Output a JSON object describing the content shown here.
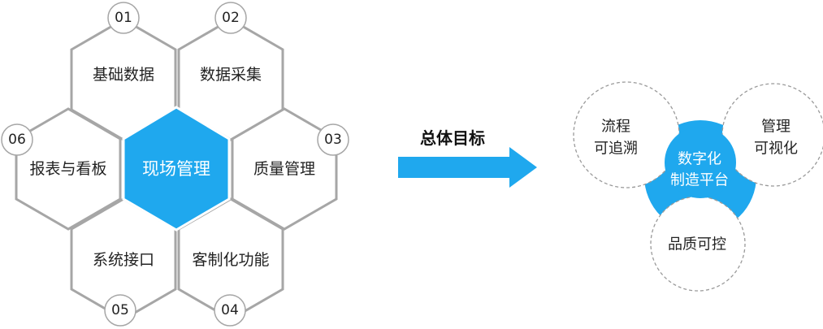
{
  "hexagons": {
    "center": {
      "label": "现场管理"
    },
    "h01": {
      "number": "01",
      "label": "基础数据"
    },
    "h02": {
      "number": "02",
      "label": "数据采集"
    },
    "h03": {
      "number": "03",
      "label": "质量管理"
    },
    "h04": {
      "number": "04",
      "label": "客制化功能"
    },
    "h05": {
      "number": "05",
      "label": "系统接口"
    },
    "h06": {
      "number": "06",
      "label": "报表与看板"
    }
  },
  "goal": {
    "label": "总体目标"
  },
  "circles": {
    "center": {
      "line1": "数字化",
      "line2": "制造平台"
    },
    "left": {
      "line1": "流程",
      "line2": "可追溯"
    },
    "right": {
      "line1": "管理",
      "line2": "可视化"
    },
    "bottom": {
      "line1": "品质可控"
    }
  },
  "colors": {
    "accent": "#1fa8ee",
    "outline": "#a6a6a6"
  }
}
